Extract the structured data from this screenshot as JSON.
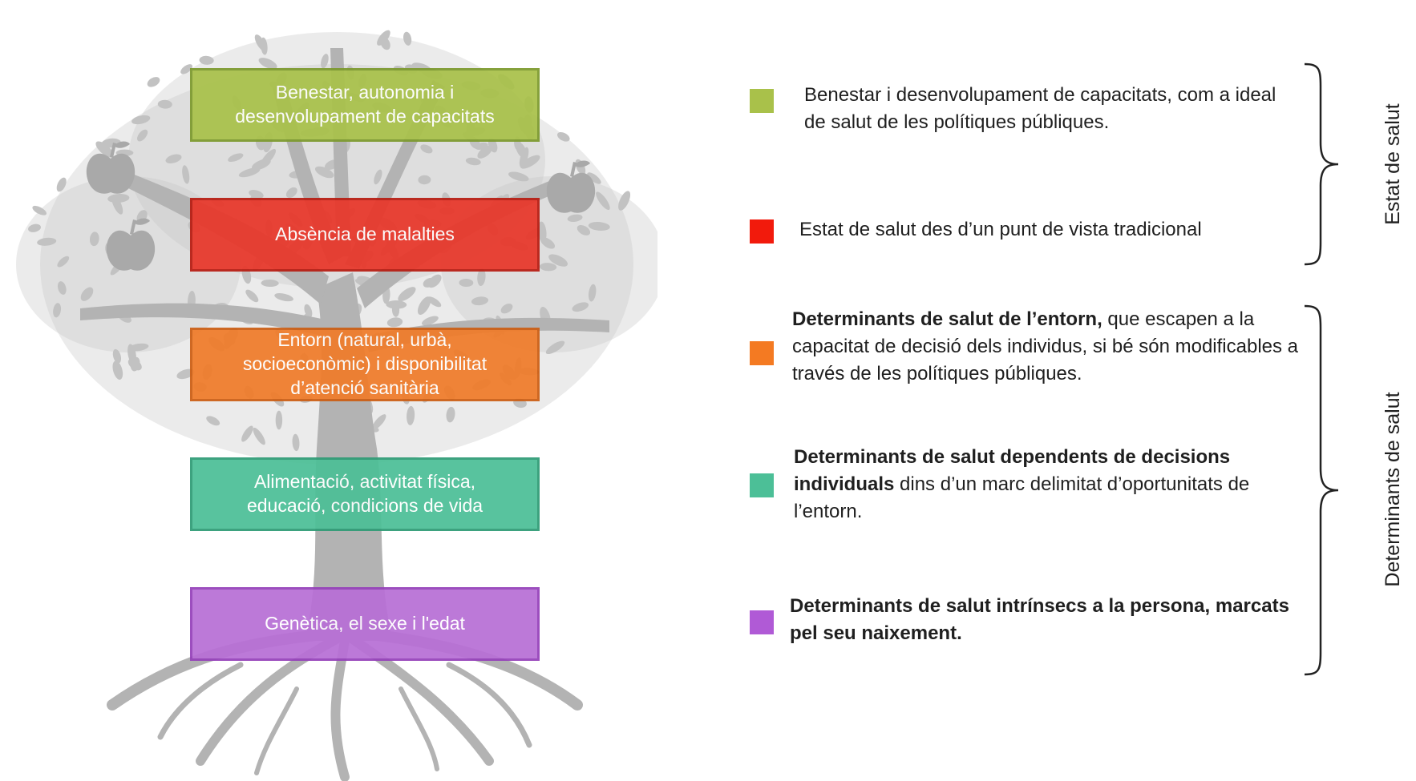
{
  "tiers": [
    {
      "label": "Benestar, autonomia i desenvolupament de capacitats",
      "color": "#a9c14a",
      "border": "#7d9a2e"
    },
    {
      "label": "Absència de malalties",
      "color": "#e8372a",
      "border": "#b81d12"
    },
    {
      "label": "Entorn (natural, urbà, socioeconòmic) i disponibilitat d’atenció sanitària",
      "color": "#f07c2a",
      "border": "#cc5f14"
    },
    {
      "label": "Alimentació, activitat física, educació,  condicions de vida",
      "color": "#4cbf97",
      "border": "#2f9c76"
    },
    {
      "label": "Genètica, el sexe i l'edat",
      "color": "#b86fd6",
      "border": "#9541ba"
    }
  ],
  "legend": [
    {
      "color": "#a9c14a",
      "bold": "",
      "text": "Benestar i desenvolupament de capacitats, com a ideal de salut de les polítiques públiques."
    },
    {
      "color": "#f21a0c",
      "bold": "",
      "text": "Estat de salut des d’un punt de vista tradicional"
    },
    {
      "color": "#f47a22",
      "bold": "Determinants de salut de l’entorn,",
      "text": " que escapen a la capacitat de decisió dels individus, si bé són modificables a través de les polítiques públiques."
    },
    {
      "color": "#4cbf97",
      "bold": "Determinants de salut dependents de decisions individuals",
      "text": " dins d’un marc delimitat d’oportunitats de l’entorn."
    },
    {
      "color": "#b05ad6",
      "bold": "Determinants de salut intrínsecs a la persona, marcats pel seu naixement.",
      "text": ""
    }
  ],
  "groups": [
    {
      "label": "Estat de salut"
    },
    {
      "label": "Determinants de salut"
    }
  ]
}
